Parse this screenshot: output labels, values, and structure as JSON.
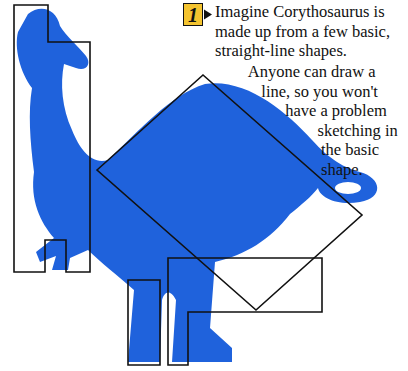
{
  "diagram": {
    "nodes": [
      {
        "text": [
          "1"
        ]
      }
    ],
    "labels": [
      "Imagine Corythosaurus is made up from a few basic, straight-line shapes.",
      "Anyone can draw a line, so you won't have a problem sketching in the basic shape."
    ]
  }
}
